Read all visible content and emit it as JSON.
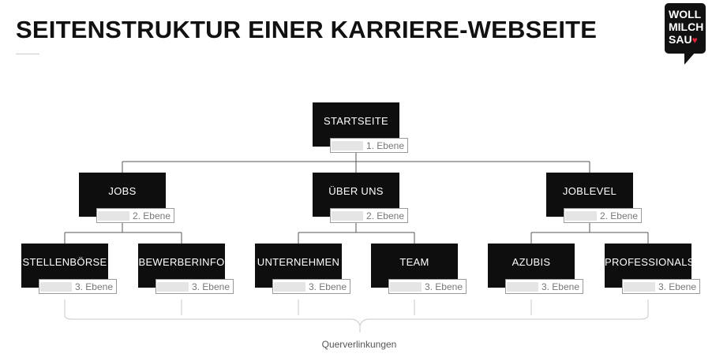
{
  "title": "SEITENSTRUKTUR EINER KARRIERE-WEBSEITE",
  "logo": {
    "lines": [
      "WOLL",
      "MILCH",
      "SAU"
    ],
    "heart": "♥",
    "colors": {
      "box": "#111111",
      "heart": "#e0223a"
    }
  },
  "nodes": {
    "startseite": {
      "label": "STARTSEITE",
      "level": "1. Ebene"
    },
    "jobs": {
      "label": "JOBS",
      "level": "2. Ebene"
    },
    "ueber_uns": {
      "label": "ÜBER UNS",
      "level": "2. Ebene"
    },
    "joblevel": {
      "label": "JOBLEVEL",
      "level": "2. Ebene"
    },
    "stellenboerse": {
      "label": "STELLENBÖRSE",
      "level": "3. Ebene"
    },
    "bewerberinfo": {
      "label": "BEWERBERINFO",
      "level": "3. Ebene"
    },
    "unternehmen": {
      "label": "UNTERNEHMEN",
      "level": "3. Ebene"
    },
    "team": {
      "label": "TEAM",
      "level": "3. Ebene"
    },
    "azubis": {
      "label": "AZUBIS",
      "level": "3. Ebene"
    },
    "professionals": {
      "label": "PROFESSIONALS",
      "level": "3. Ebene"
    }
  },
  "cross_links_label": "Querverlinkungen",
  "colors": {
    "node": "#0e0e0e",
    "connector": "#555555",
    "bracket": "#c8c8c8",
    "tag_border": "#9a9a9a"
  }
}
